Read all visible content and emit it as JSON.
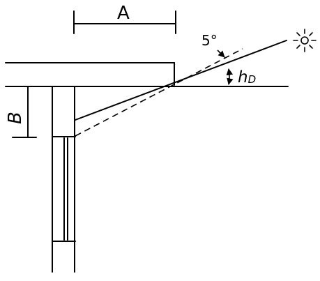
{
  "labels": {
    "overhang_depth": "A",
    "window_offset": "B",
    "angle": "5°",
    "profile_angle": "h",
    "profile_angle_subscript": "D"
  },
  "icons": {
    "sun": "sun-icon"
  }
}
